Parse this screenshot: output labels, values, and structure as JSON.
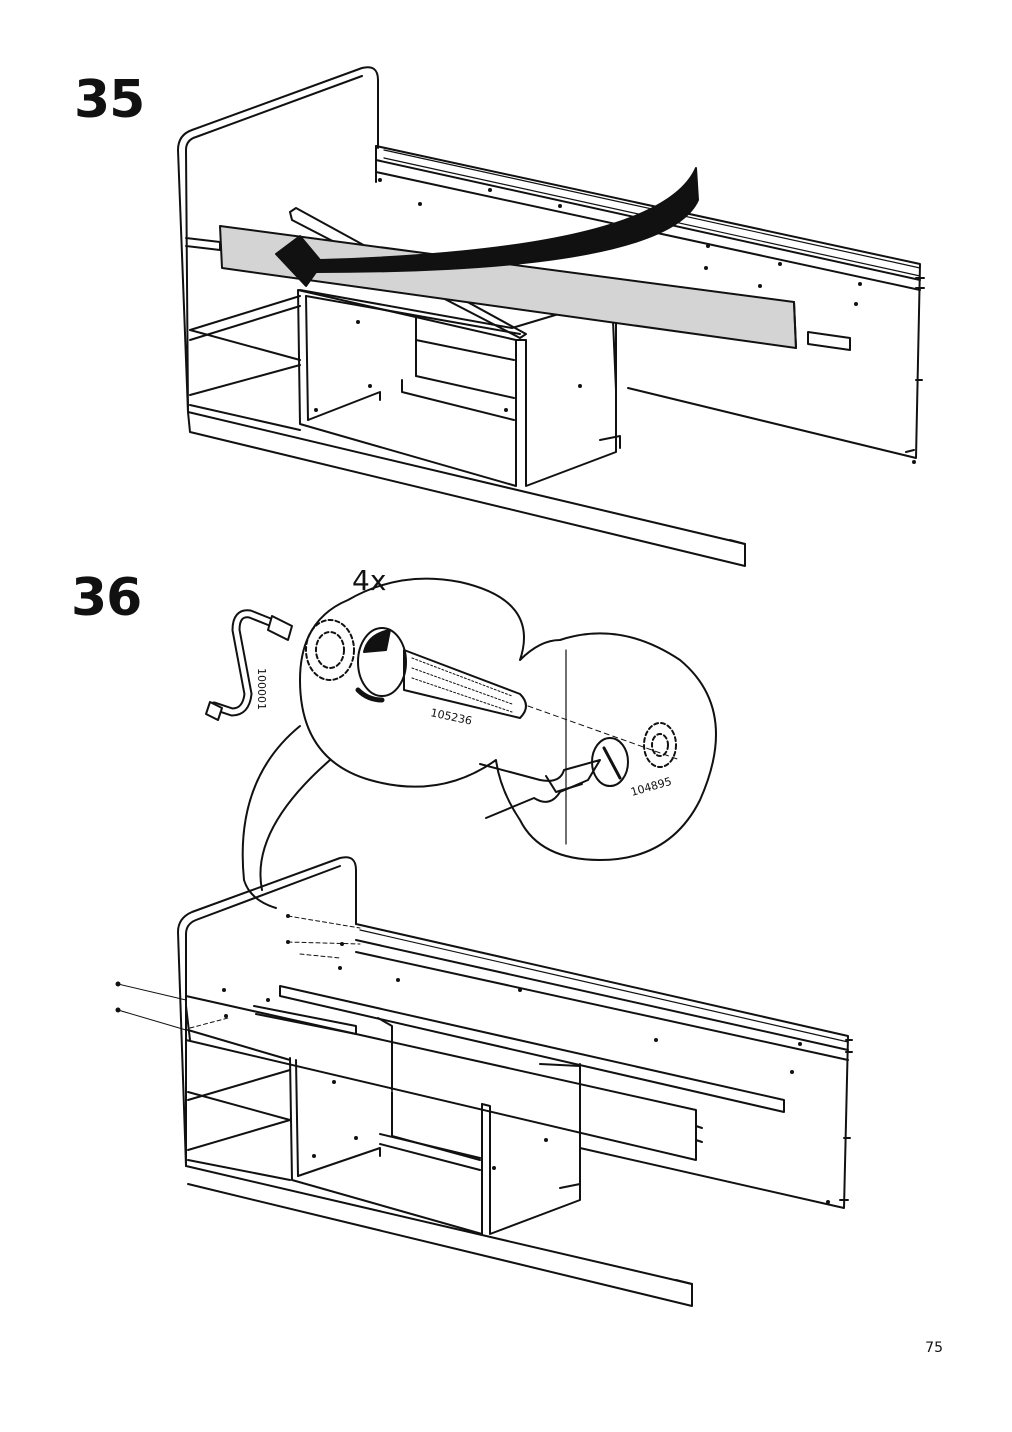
{
  "steps": [
    {
      "number": "35"
    },
    {
      "number": "36",
      "quantity": "4x",
      "parts": [
        "100001",
        "105236",
        "104895"
      ]
    }
  ],
  "page_number": "75"
}
